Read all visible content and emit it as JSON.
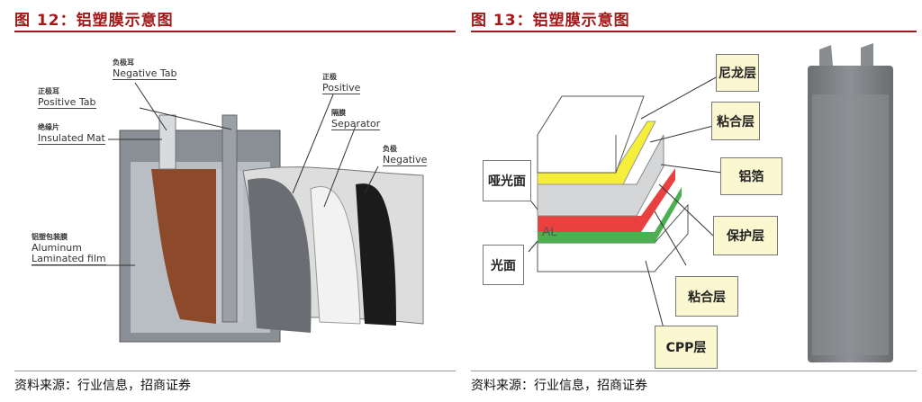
{
  "figure12": {
    "title": "图 12：铝塑膜示意图",
    "labels": {
      "negative_tab_cn": "负极耳",
      "negative_tab_en": "Negative Tab",
      "positive_tab_cn": "正极耳",
      "positive_tab_en": "Positive Tab",
      "insulated_mat_cn": "绝缘片",
      "insulated_mat_en": "Insulated Mat",
      "film_cn": "铝塑包装膜",
      "film_en1": "Aluminum",
      "film_en2": "Laminated film",
      "positive_cn": "正极",
      "positive_en": "Positive",
      "separator_cn": "隔膜",
      "separator_en": "Separator",
      "negative_cn": "负极",
      "negative_en": "Negative"
    },
    "source": "资料来源：行业信息，招商证券"
  },
  "figure13": {
    "title": "图 13：铝塑膜示意图",
    "labels": {
      "nylon": "尼龙层",
      "adhesive1": "粘合层",
      "al_foil": "铝箔",
      "protective": "保护层",
      "adhesive2": "粘合层",
      "cpp": "CPP层",
      "matte": "哑光面",
      "glossy": "光面",
      "al": "AL"
    },
    "source": "资料来源：行业信息，招商证券"
  },
  "colors": {
    "accent": "#a31818",
    "yellow": "#f5ee3a",
    "red": "#e8413f",
    "green": "#4caf50"
  }
}
